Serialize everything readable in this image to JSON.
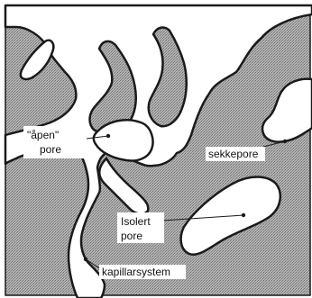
{
  "labels": {
    "open_pore_line1": "\"åpen\"",
    "open_pore_line2": "pore",
    "sack_pore": "sekkepore",
    "isolated_pore_line1": "Isolert",
    "isolated_pore_line2": "pore",
    "capillary_system": "kapillarsystem"
  },
  "colors": {
    "solid_fill": "#a9a9a9",
    "pore_fill": "#ffffff",
    "outline": "#1a1a1a"
  }
}
